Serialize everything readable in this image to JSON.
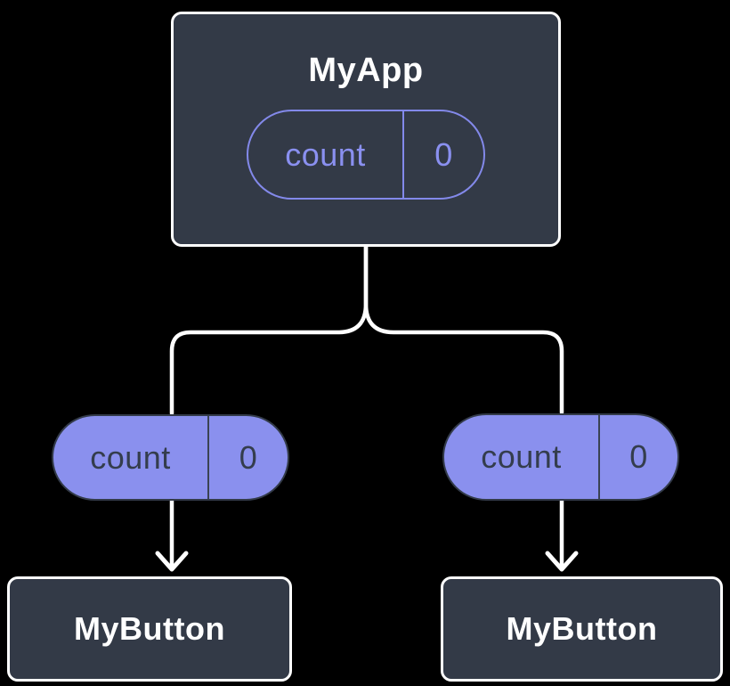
{
  "colors": {
    "background": "#000000",
    "node_fill": "#333a47",
    "node_border": "#ffffff",
    "node_text": "#ffffff",
    "connector": "#ffffff",
    "state_pill_fill": "#8a90ee",
    "state_pill_outline": "#8389ea",
    "state_pill_dark_text": "#343d4d"
  },
  "tree": {
    "root": {
      "label": "MyApp",
      "state_pill": {
        "name": "count",
        "value": "0"
      }
    },
    "children": [
      {
        "label": "MyButton",
        "prop_pill": {
          "name": "count",
          "value": "0"
        }
      },
      {
        "label": "MyButton",
        "prop_pill": {
          "name": "count",
          "value": "0"
        }
      }
    ]
  }
}
